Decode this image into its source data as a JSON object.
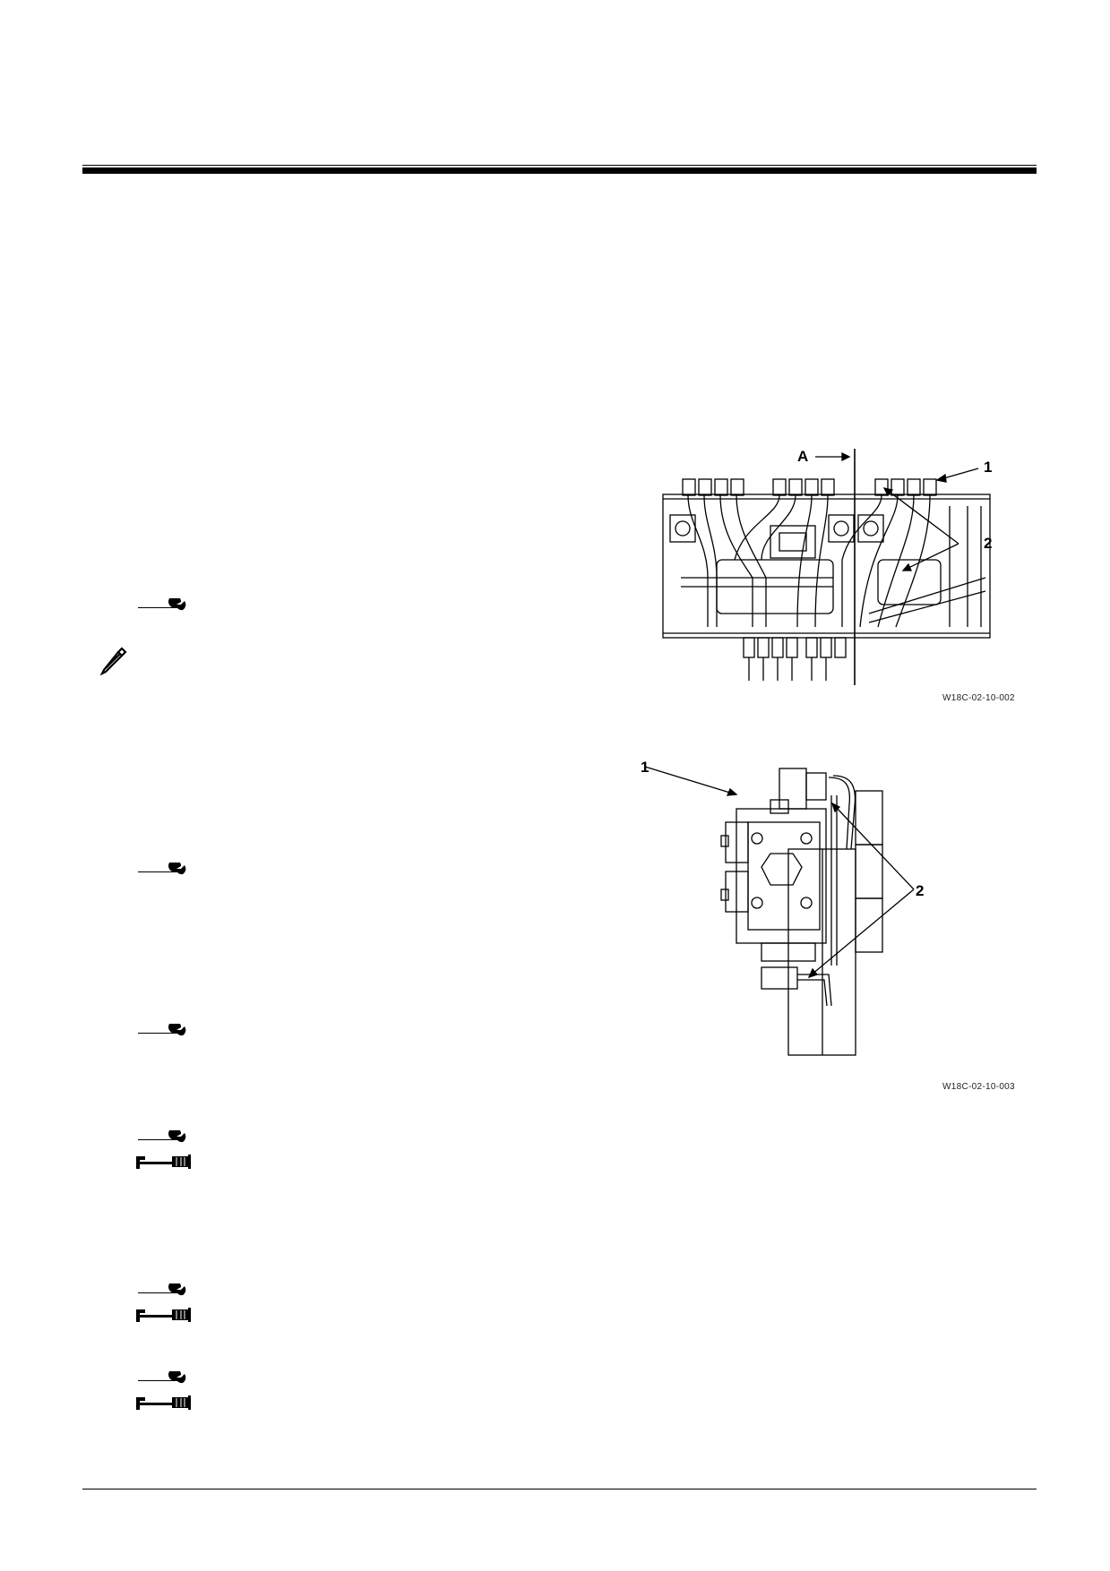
{
  "figures": [
    {
      "code": "W18C-02-10-002",
      "labels": {
        "section": "A",
        "callout_1": "1",
        "callout_2": "2"
      }
    },
    {
      "code": "W18C-02-10-003",
      "labels": {
        "callout_1": "1",
        "callout_2": "2"
      }
    }
  ],
  "icons": {
    "wrench": "wrench-icon",
    "torque_wrench": "torque-wrench-icon",
    "note": "pencil-note-icon"
  }
}
